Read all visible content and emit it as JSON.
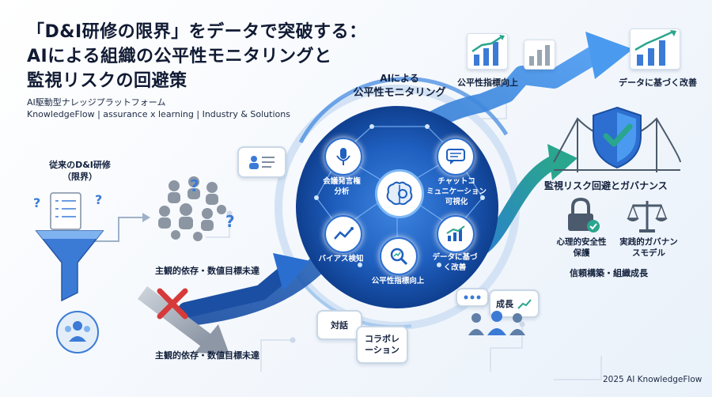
{
  "header": {
    "title_line1": "「D&I研修の限界」をデータで突破する：",
    "title_line2": "AIによる組織の公平性モニタリングと",
    "title_line3": "監視リスクの回避策",
    "subtitle_line1": "AI駆動型ナレッジプラットフォーム",
    "subtitle_line2": "KnowledgeFlow | assurance x learning | Industry & Solutions"
  },
  "left": {
    "heading_line1": "従来のD&I研修",
    "heading_line2": "（限界）",
    "label_top": "主観的依存・数値目標未達",
    "label_bottom": "主観的依存・数値目標未達"
  },
  "center": {
    "hub_title_line1": "AIによる",
    "hub_title_line2": "公平性モニタリング",
    "nodes": {
      "meeting_line1": "会議発言権",
      "meeting_line2": "分析",
      "chat_line1": "チャットコ",
      "chat_line2": "ミュニケーション",
      "chat_line3": "可視化",
      "bias": "バイアス検知",
      "improve_line1": "データに基づ",
      "improve_line2": "く改善",
      "fairness": "公平性指標向上"
    }
  },
  "top_right": {
    "metric_label": "公平性指標向上",
    "improve_label": "データに基づく改善"
  },
  "right": {
    "heading": "監視リスク回避とガバナンス",
    "safety_line1": "心理的安全性",
    "safety_line2": "保護",
    "governance_line1": "実践的ガバナン",
    "governance_line2": "スモデル",
    "footer_label": "信頼構築・組織成長"
  },
  "bottom": {
    "dialogue": "対話",
    "collab_line1": "コラボレ",
    "collab_line2": "ーション",
    "growth": "成長"
  },
  "footer": {
    "credit": "2025 AI KnowledgeFlow"
  },
  "icons": [
    "document-checklist-icon",
    "funnel-icon",
    "people-icon",
    "question-icon",
    "cross-icon",
    "brain-gear-icon",
    "microphone-icon",
    "chat-icon",
    "bias-chart-icon",
    "growth-chart-icon",
    "magnifier-icon",
    "shield-check-icon",
    "padlock-icon",
    "scale-icon",
    "bridge-icon",
    "bar-chart-icon"
  ],
  "colors": {
    "primary_blue": "#1f5fbf",
    "hub_dark": "#0f3f8f",
    "accent_teal": "#2aa58e",
    "alert_red": "#d63a3a",
    "gray_arrow": "#9aa5b3",
    "title_text": "#101a33"
  }
}
